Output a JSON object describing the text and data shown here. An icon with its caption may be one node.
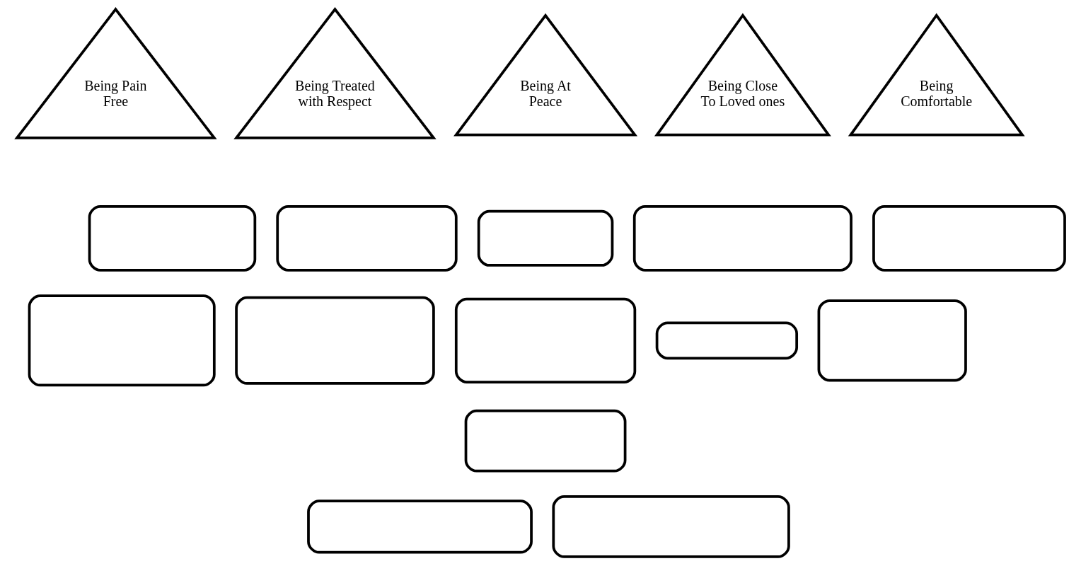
{
  "diagram": {
    "nodes": [
      {
        "text": [
          "Being Pain Free"
        ]
      },
      {
        "text": [
          "Being Treated with Respect"
        ]
      },
      {
        "text": [
          "Being At Peace"
        ]
      },
      {
        "text": [
          "Being Close To Loved ones"
        ]
      },
      {
        "text": [
          "Being Comfortable"
        ]
      },
      {
        "text": [],
        "shape": "box"
      },
      {
        "text": [],
        "shape": "box"
      },
      {
        "text": [],
        "shape": "box"
      },
      {
        "text": [],
        "shape": "box"
      },
      {
        "text": [],
        "shape": "box"
      },
      {
        "text": [],
        "shape": "box"
      },
      {
        "text": [],
        "shape": "box"
      },
      {
        "text": [],
        "shape": "box"
      },
      {
        "text": [],
        "shape": "box"
      },
      {
        "text": [],
        "shape": "box"
      },
      {
        "text": [],
        "shape": "box"
      },
      {
        "text": [],
        "shape": "box"
      },
      {
        "text": [],
        "shape": "box"
      }
    ],
    "edges": []
  }
}
